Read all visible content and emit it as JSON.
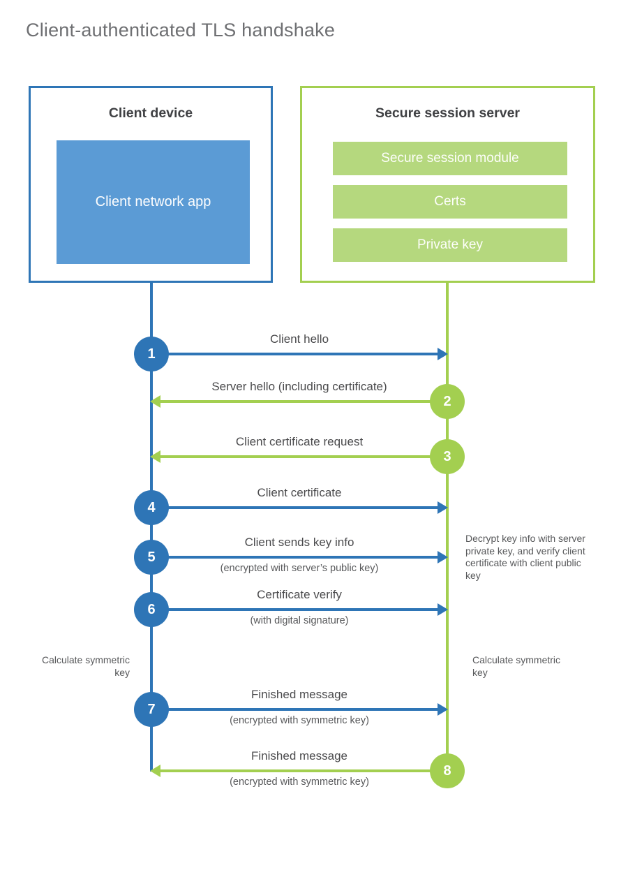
{
  "title": "Client-authenticated TLS handshake",
  "colors": {
    "client_blue": "#2e75b6",
    "client_fill_blue": "#5b9bd5",
    "server_green": "#a3cf50",
    "server_fill_green": "#b5d87e"
  },
  "client": {
    "title": "Client device",
    "app_label": "Client network app"
  },
  "server": {
    "title": "Secure session server",
    "modules": [
      "Secure session module",
      "Certs",
      "Private key"
    ]
  },
  "messages": [
    {
      "step": "1",
      "label": "Client hello",
      "direction": "client-to-server"
    },
    {
      "step": "2",
      "label": "Server hello (including certificate)",
      "direction": "server-to-client"
    },
    {
      "step": "3",
      "label": "Client certificate request",
      "direction": "server-to-client"
    },
    {
      "step": "4",
      "label": "Client certificate",
      "direction": "client-to-server"
    },
    {
      "step": "5",
      "label": "Client sends key info",
      "sublabel": "(encrypted with server’s public key)",
      "direction": "client-to-server"
    },
    {
      "step": "6",
      "label": "Certificate verify",
      "sublabel": "(with digital signature)",
      "direction": "client-to-server"
    },
    {
      "step": "7",
      "label": "Finished message",
      "sublabel": "(encrypted with symmetric key)",
      "direction": "client-to-server"
    },
    {
      "step": "8",
      "label": "Finished message",
      "sublabel": "(encrypted with symmetric key)",
      "direction": "server-to-client"
    }
  ],
  "notes": {
    "decrypt": "Decrypt key info with server private key, and verify client certificate with client public key",
    "calc_left": "Calculate symmetric key",
    "calc_right": "Calculate symmetric key"
  }
}
